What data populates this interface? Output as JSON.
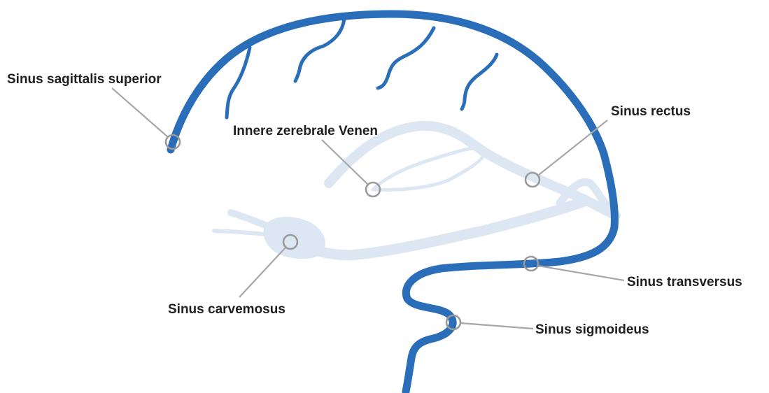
{
  "diagram": {
    "colors": {
      "sinus_main": "#2a6db8",
      "deep_veins": "#dce7f3",
      "leader_lines": "#a7a7a7",
      "label_text": "#1f1f1f"
    },
    "labels": {
      "sinus_sagittalis_superior": "Sinus sagittalis superior",
      "innere_zerebrale_venen": "Innere zerebrale Venen",
      "sinus_rectus": "Sinus rectus",
      "sinus_carvemosus": "Sinus carvemosus",
      "sinus_transversus": "Sinus transversus",
      "sinus_sigmoideus": "Sinus sigmoideus"
    }
  }
}
